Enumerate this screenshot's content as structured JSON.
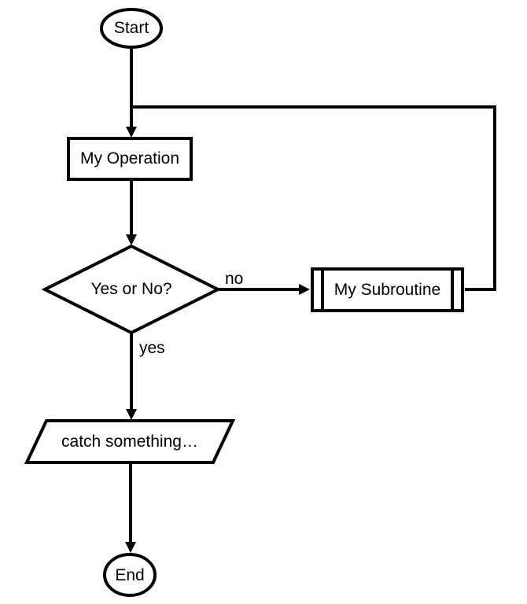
{
  "diagram": {
    "type": "flowchart",
    "background_color": "#ffffff",
    "stroke_color": "#000000",
    "text_color": "#000000",
    "nodes": [
      {
        "id": "start",
        "shape": "terminator",
        "label": "Start"
      },
      {
        "id": "my-operation",
        "shape": "process",
        "label": "My Operation"
      },
      {
        "id": "decision",
        "shape": "decision",
        "label": "Yes or No?"
      },
      {
        "id": "my-subroutine",
        "shape": "predefined-process",
        "label": "My Subroutine"
      },
      {
        "id": "catch",
        "shape": "parallelogram",
        "label": "catch something…"
      },
      {
        "id": "end",
        "shape": "terminator",
        "label": "End"
      }
    ],
    "edges": [
      {
        "from": "start",
        "to": "my-operation",
        "label": ""
      },
      {
        "from": "my-operation",
        "to": "decision",
        "label": ""
      },
      {
        "from": "decision",
        "to": "my-subroutine",
        "label": "no"
      },
      {
        "from": "my-subroutine",
        "to": "my-operation",
        "label": ""
      },
      {
        "from": "decision",
        "to": "catch",
        "label": "yes"
      },
      {
        "from": "catch",
        "to": "end",
        "label": ""
      }
    ]
  }
}
